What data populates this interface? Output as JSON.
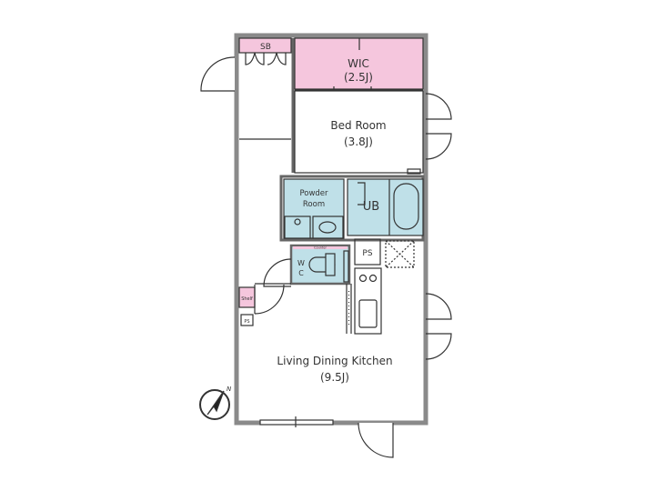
{
  "colors": {
    "wall": "#8a8a8a",
    "storage": "#f5c6dd",
    "wet_area": "#bfe0e8",
    "line": "#333333"
  },
  "rooms": {
    "sb": {
      "label": "SB"
    },
    "wic": {
      "label": "WIC",
      "size": "(2.5J)"
    },
    "bedroom": {
      "label": "Bed Room",
      "size": "(3.8J)"
    },
    "powder": {
      "line1": "Powder",
      "line2": "Room"
    },
    "ub": {
      "label": "UB"
    },
    "wc": {
      "line1": "W",
      "line2": "C",
      "counter": "Counter"
    },
    "ps_main": {
      "label": "PS"
    },
    "shelf": {
      "label": "Shelf"
    },
    "ps_small": {
      "label": "PS"
    },
    "ldk": {
      "label": "Living Dining Kitchen",
      "size": "(9.5J)"
    }
  },
  "compass": {
    "label": "N"
  }
}
